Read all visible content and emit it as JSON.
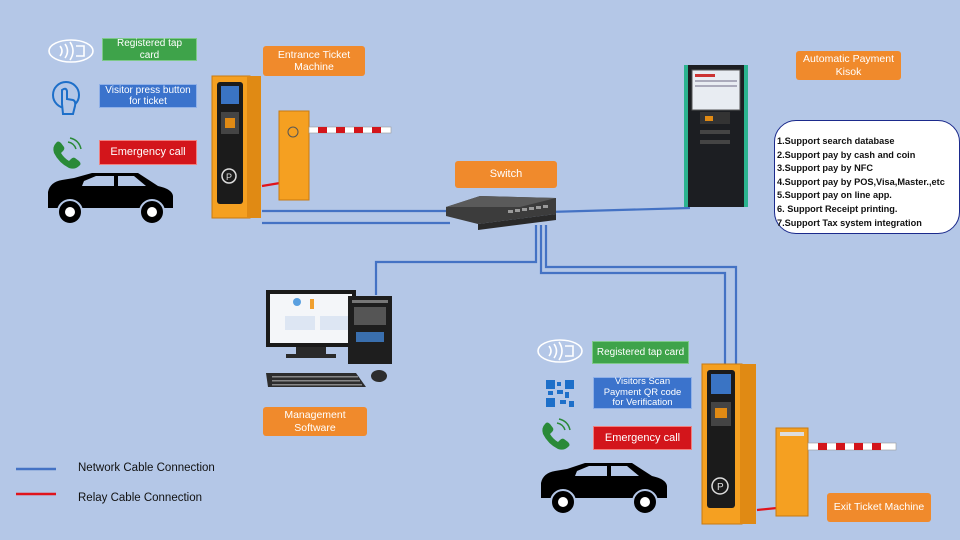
{
  "labels": {
    "entrance_machine": "Entrance Ticket Machine",
    "switch": "Switch",
    "payment_kiosk": "Automatic Payment Kisok",
    "management_software": "Management Software",
    "exit_machine": "Exit Ticket Machine"
  },
  "entrance_options": {
    "tap_card": "Registered tap card",
    "press_button": "Visitor press button for ticket",
    "emergency": "Emergency call"
  },
  "exit_options": {
    "tap_card": "Registered tap card",
    "qr_scan": "Visitors Scan Payment QR code for Verification",
    "emergency": "Emergency call"
  },
  "kiosk_features": [
    "1.Support search database",
    "2.Support pay by cash and coin",
    "3.Support pay by NFC",
    "4.Support pay by POS,Visa,Master.,etc",
    "5.Support pay on line app.",
    "6. Support Receipt printing.",
    "7.Support Tax system integration"
  ],
  "legend": {
    "network": "Network Cable Connection",
    "relay": "Relay Cable Connection"
  },
  "colors": {
    "background": "#b4c7e7",
    "network_line": "#4472c4",
    "relay_line": "#e0141c",
    "label_orange": "#f08a2c",
    "option_green": "#3ea34a",
    "option_blue": "#3b73cc",
    "option_red": "#d3151b"
  },
  "icons": [
    "nfc-card-icon",
    "touch-button-icon",
    "phone-call-icon",
    "qr-code-icon",
    "car-icon",
    "parking-p-icon"
  ]
}
